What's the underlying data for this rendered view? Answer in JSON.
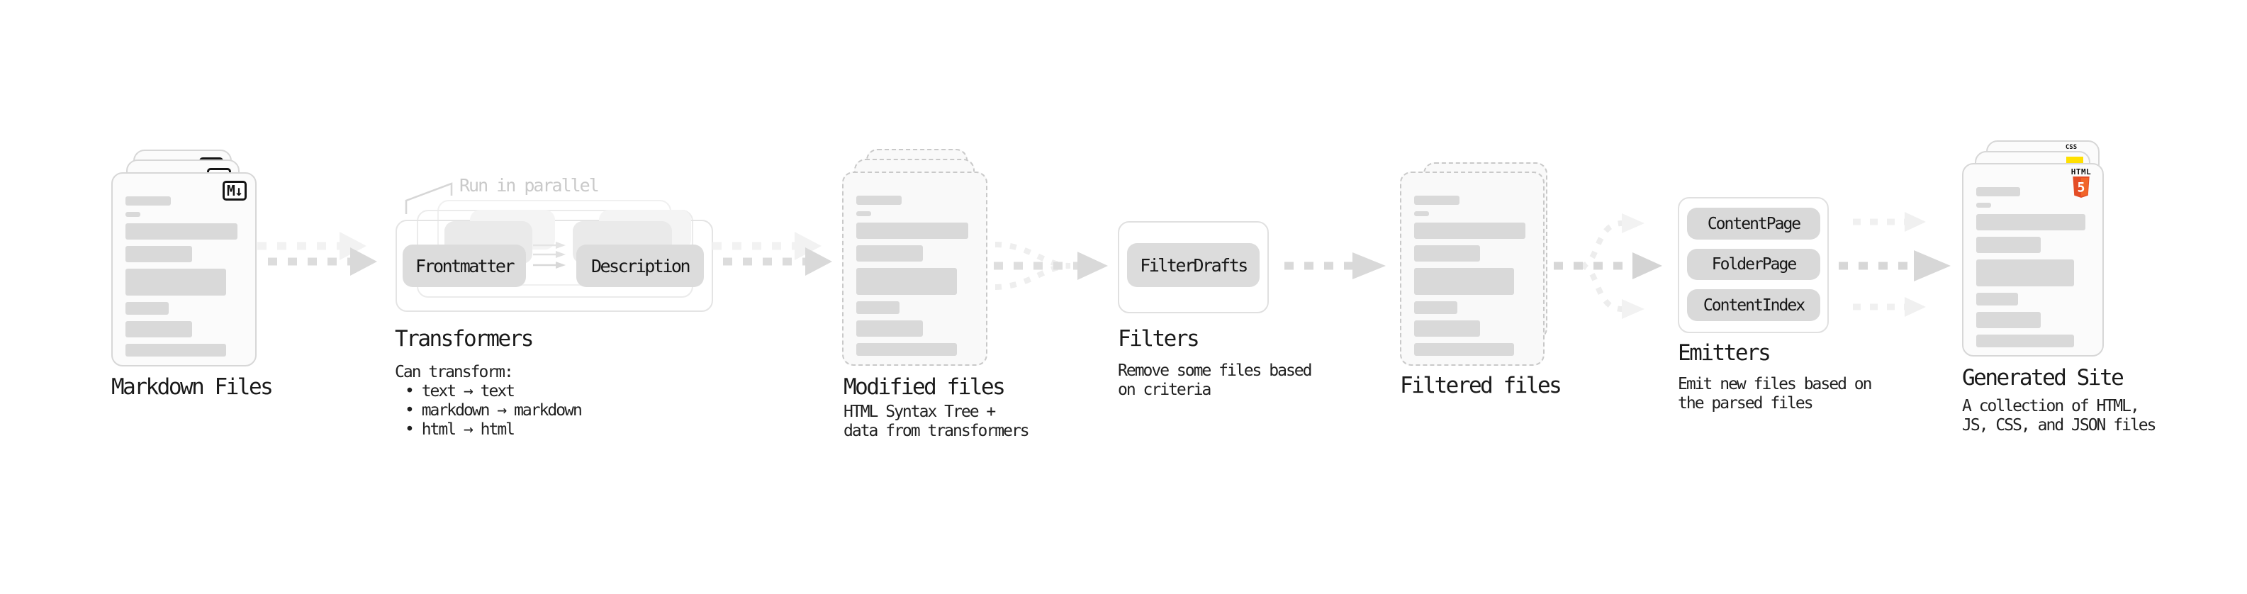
{
  "diagram": {
    "markdown_files": {
      "label": "Markdown Files",
      "badge": "M↓"
    },
    "transformers": {
      "label": "Transformers",
      "annotation": "Run in parallel",
      "pills": [
        "Frontmatter",
        "Description"
      ],
      "caption_title": "Can transform:",
      "bullets": [
        "text → text",
        "markdown → markdown",
        "html → html"
      ]
    },
    "modified_files": {
      "label": "Modified files",
      "caption": [
        "HTML Syntax Tree +",
        "data from transformers"
      ]
    },
    "filters": {
      "label": "Filters",
      "pill": "FilterDrafts",
      "caption": [
        "Remove some files based",
        "on criteria"
      ]
    },
    "filtered_files": {
      "label": "Filtered files"
    },
    "emitters": {
      "label": "Emitters",
      "pills": [
        "ContentPage",
        "FolderPage",
        "ContentIndex"
      ],
      "caption": [
        "Emit new files based on",
        "the parsed files"
      ]
    },
    "generated_site": {
      "label": "Generated Site",
      "caption": [
        "A collection of HTML,",
        "JS, CSS, and JSON files"
      ],
      "file_badges": {
        "html_word": "HTML",
        "html_numeral": "5",
        "css_word": "CSS"
      }
    }
  },
  "colors": {
    "html5_orange": "#e44d26",
    "html5_orange_light": "#f16529",
    "js_yellow": "#ffe000",
    "css_blue": "#2b63e8",
    "skeleton_gray": "#d9d9d9",
    "arrow_gray": "#dcdcdc",
    "arrow_ghost_gray": "#f2f2f2",
    "label_text": "#1a1a1a",
    "annotation_gray": "#c9c9c9"
  }
}
